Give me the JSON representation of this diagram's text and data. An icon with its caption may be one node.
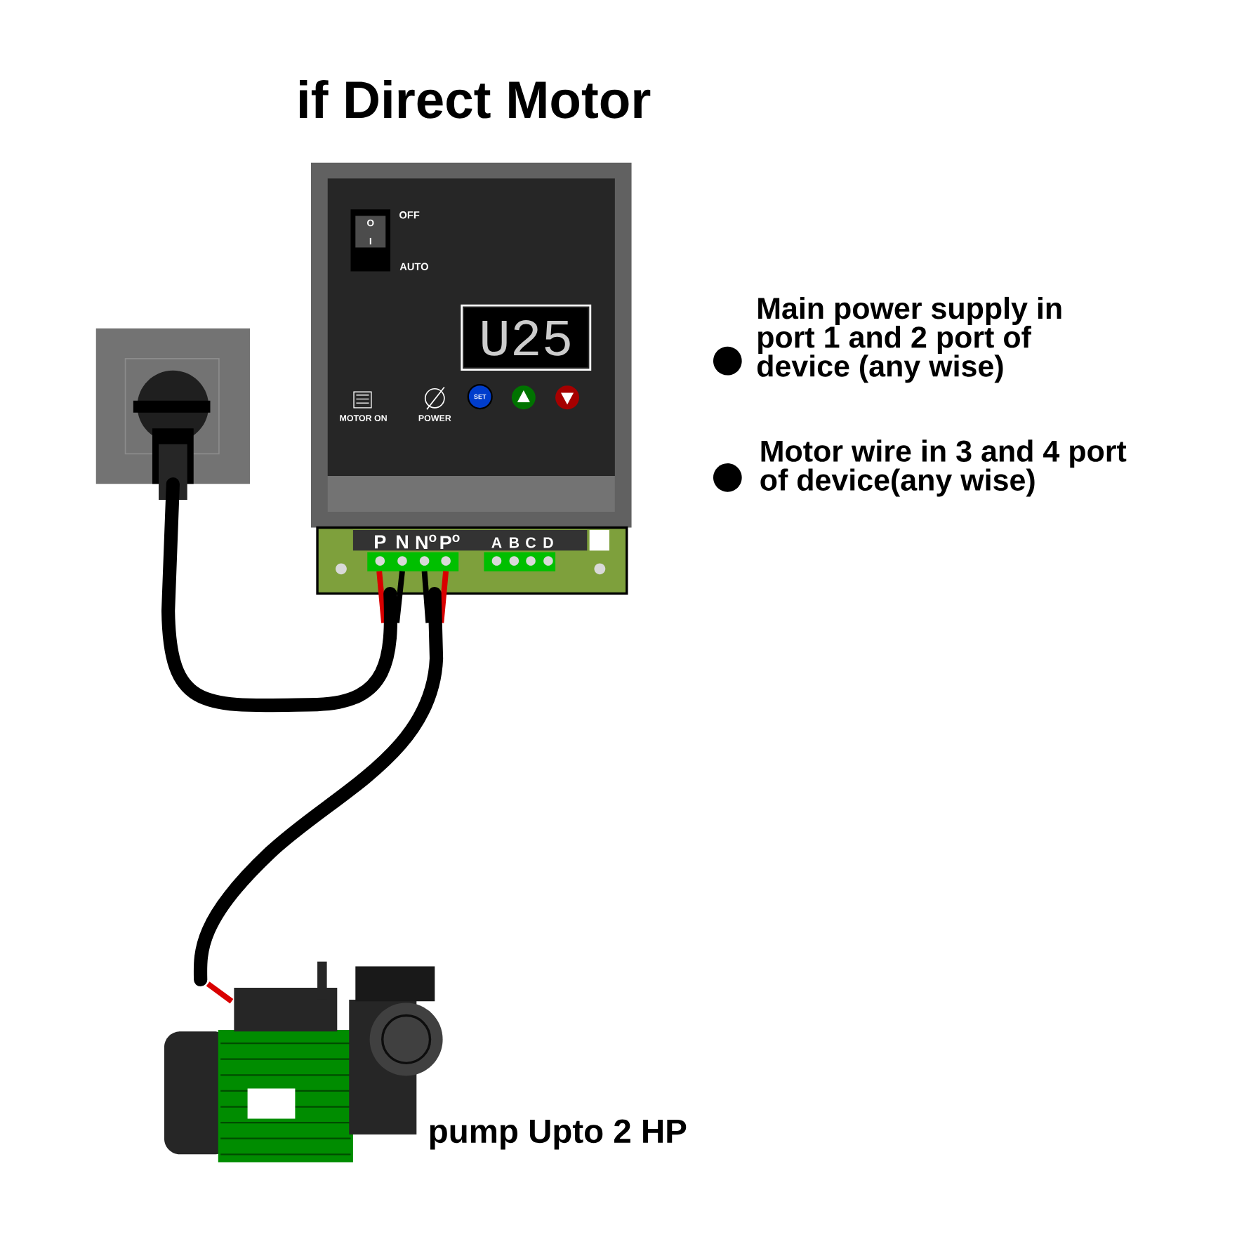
{
  "diagram": {
    "title": "if Direct Motor",
    "nodes": [
      {
        "text": [],
        "shape": "picture"
      },
      {
        "text": [],
        "shape": "picture"
      },
      {
        "text": [],
        "shape": "picture",
        "beside": [
          "pump Upto 2 HP"
        ]
      }
    ],
    "edges": [
      {
        "from": 0,
        "to": 1,
        "arrow": "none"
      },
      {
        "from": 1,
        "to": 2,
        "arrow": "none"
      }
    ],
    "labels": [
      "OFF",
      "O",
      "I",
      "AUTO",
      "U25",
      "MOTOR ON",
      "POWER",
      "SET",
      "P",
      "N",
      "N$^{o}$",
      "P$^{o}$",
      "A",
      "B",
      "C",
      "D",
      "Main power supply in port 1 and 2 port of device (any wise)",
      "Motor wire in 3 and 4 port of device(any wise)"
    ]
  }
}
